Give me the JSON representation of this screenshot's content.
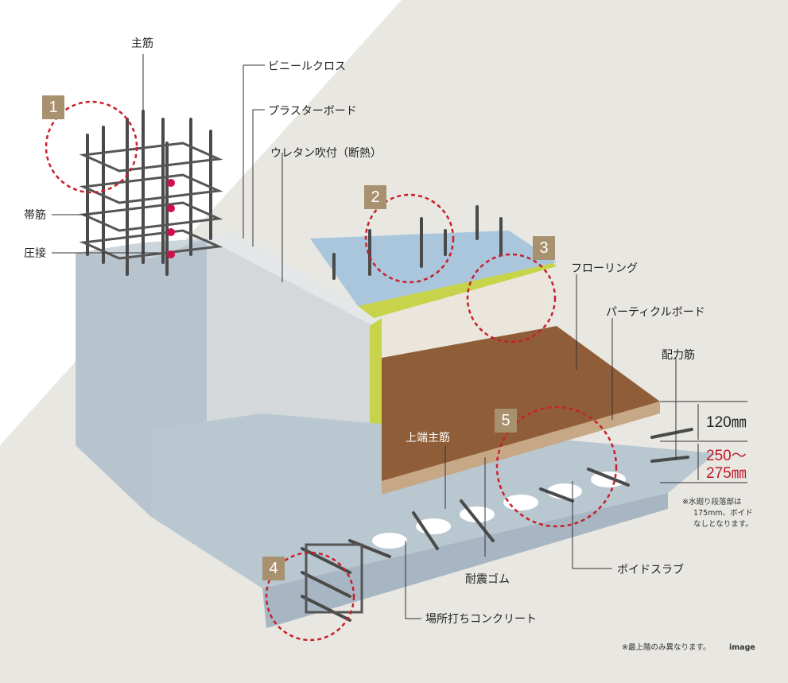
{
  "labels": {
    "main_rebar": "主筋",
    "vinyl_cloth": "ビニールクロス",
    "plaster_board": "プラスターボード",
    "urethan": "ウレタン吹付（断熱）",
    "hoop": "帯筋",
    "pressure_weld": "圧接",
    "flooring": "フローリング",
    "particle_board": "パーティクルボード",
    "distribution_bar": "配力筋",
    "top_main_bar": "上端主筋",
    "seismic_rubber": "耐震ゴム",
    "void_slab": "ボイドスラブ",
    "cast_concrete": "場所打ちコンクリート"
  },
  "markers": [
    "1",
    "2",
    "3",
    "4",
    "5"
  ],
  "dimensions": {
    "floor_thickness": "120㎜",
    "slab_thickness_line1": "250〜",
    "slab_thickness_line2": "275㎜"
  },
  "notes": {
    "wet_area_line1": "※水廻り段落部は",
    "wet_area_line2": "175mm、ボイド",
    "wet_area_line3": "なしとなります。",
    "top_floor": "※最上階のみ異なります。",
    "image": "image"
  },
  "colors": {
    "marker_bg": "#a8916f",
    "dashed_circle": "#c8202a",
    "dimension_red": "#c0182a"
  }
}
